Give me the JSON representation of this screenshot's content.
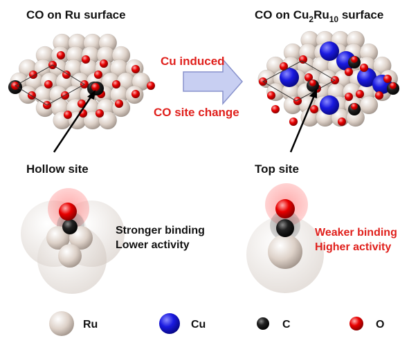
{
  "titles": {
    "left_prefix": "CO on Ru surface",
    "right_prefix": "CO on Cu",
    "right_sub1": "2",
    "right_mid": "Ru",
    "right_sub2": "10",
    "right_suffix": " surface"
  },
  "arrow": {
    "top_label": "Cu induced",
    "bottom_label": "CO site change"
  },
  "sites": {
    "left": "Hollow site",
    "right": "Top site"
  },
  "binding": {
    "left_line1": "Stronger binding",
    "left_line2": "Lower activity",
    "right_line1": "Weaker binding",
    "right_line2": "Higher activity"
  },
  "legend": [
    {
      "symbol": "ru-atom",
      "label": "Ru"
    },
    {
      "symbol": "cu-atom",
      "label": "Cu"
    },
    {
      "symbol": "c-atom",
      "label": "C"
    },
    {
      "symbol": "o-atom",
      "label": "O"
    }
  ],
  "colors": {
    "ru": "#d9cdc4",
    "cu": "#1010d8",
    "c": "#111111",
    "o": "#e00000",
    "emphasis": "#e0201c",
    "arrow_fill": "#c8cff2"
  }
}
